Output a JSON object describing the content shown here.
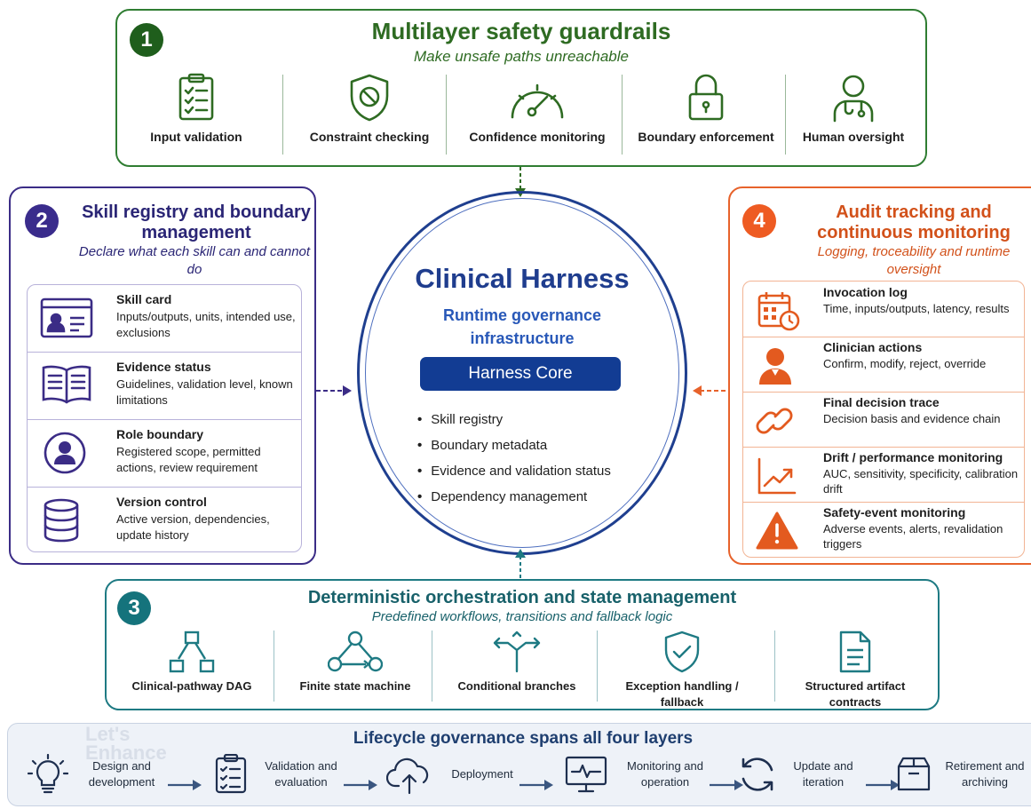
{
  "guardrails": {
    "number": "1",
    "title": "Multilayer safety guardrails",
    "subtitle": "Make unsafe paths unreachable",
    "items": [
      {
        "label": "Input validation",
        "icon": "clipboard-checklist-icon"
      },
      {
        "label": "Constraint checking",
        "icon": "shield-prohibited-icon"
      },
      {
        "label": "Confidence monitoring",
        "icon": "gauge-icon"
      },
      {
        "label": "Boundary enforcement",
        "icon": "padlock-icon"
      },
      {
        "label": "Human oversight",
        "icon": "clinician-icon"
      }
    ]
  },
  "registry": {
    "number": "2",
    "title": "Skill registry and boundary management",
    "subtitle": "Declare what each skill can and cannot do",
    "items": [
      {
        "heading": "Skill card",
        "detail": "Inputs/outputs, units, intended use, exclusions",
        "icon": "id-card-icon"
      },
      {
        "heading": "Evidence status",
        "detail": "Guidelines, validation level, known limitations",
        "icon": "open-book-icon"
      },
      {
        "heading": "Role boundary",
        "detail": "Registered scope, permitted actions, review requirement",
        "icon": "user-circle-icon"
      },
      {
        "heading": "Version control",
        "detail": "Active version, dependencies, update history",
        "icon": "database-icon"
      }
    ]
  },
  "core": {
    "title": "Clinical Harness",
    "subtitle": "Runtime governance infrastructure",
    "button": "Harness Core",
    "items": [
      "Skill registry",
      "Boundary metadata",
      "Evidence and validation status",
      "Dependency management"
    ]
  },
  "audit": {
    "number": "4",
    "title": "Audit tracking and continuous monitoring",
    "subtitle": "Logging, troceability and runtime oversight",
    "items": [
      {
        "heading": "Invocation log",
        "detail": "Time, inputs/outputs, latency, results",
        "icon": "calendar-clock-icon"
      },
      {
        "heading": "Clinician actions",
        "detail": "Confirm, modify, reject, override",
        "icon": "clinician-person-icon"
      },
      {
        "heading": "Final decision trace",
        "detail": "Decision basis and evidence chain",
        "icon": "chain-link-icon"
      },
      {
        "heading": "Drift / performance monitoring",
        "detail": "AUC, sensitivity, specificity, calibration drift",
        "icon": "trend-chart-icon"
      },
      {
        "heading": "Safety-event monitoring",
        "detail": "Adverse events, alerts, revalidation triggers",
        "icon": "warning-triangle-icon"
      }
    ]
  },
  "orchestration": {
    "number": "3",
    "title": "Deterministic orchestration and state management",
    "subtitle": "Predefined workflows, transitions and fallback logic",
    "items": [
      {
        "label": "Clinical-pathway DAG",
        "icon": "dag-icon"
      },
      {
        "label": "Finite state machine",
        "icon": "state-machine-icon"
      },
      {
        "label": "Conditional branches",
        "icon": "branch-arrows-icon"
      },
      {
        "label": "Exception handling / fallback",
        "icon": "shield-check-icon"
      },
      {
        "label": "Structured artifact contracts",
        "icon": "document-icon"
      }
    ]
  },
  "lifecycle": {
    "title": "Lifecycle governance spans all four layers",
    "watermark": "Let's Enhance",
    "stages": [
      {
        "label": "Design and development",
        "icon": "lightbulb-icon"
      },
      {
        "label": "Validation and evaluation",
        "icon": "clipboard-checklist-icon"
      },
      {
        "label": "Deployment",
        "icon": "cloud-upload-icon"
      },
      {
        "label": "Monitoring and operation",
        "icon": "monitor-pulse-icon"
      },
      {
        "label": "Update and iteration",
        "icon": "refresh-icon"
      },
      {
        "label": "Retirement and archiving",
        "icon": "archive-box-icon"
      }
    ]
  },
  "colors": {
    "guardrails": "#2f7d32",
    "registry": "#3b2c86",
    "core": "#1f3f8f",
    "audit": "#e7622b",
    "orchestration": "#1e7a83",
    "lifecycle": "#1f3f70"
  }
}
